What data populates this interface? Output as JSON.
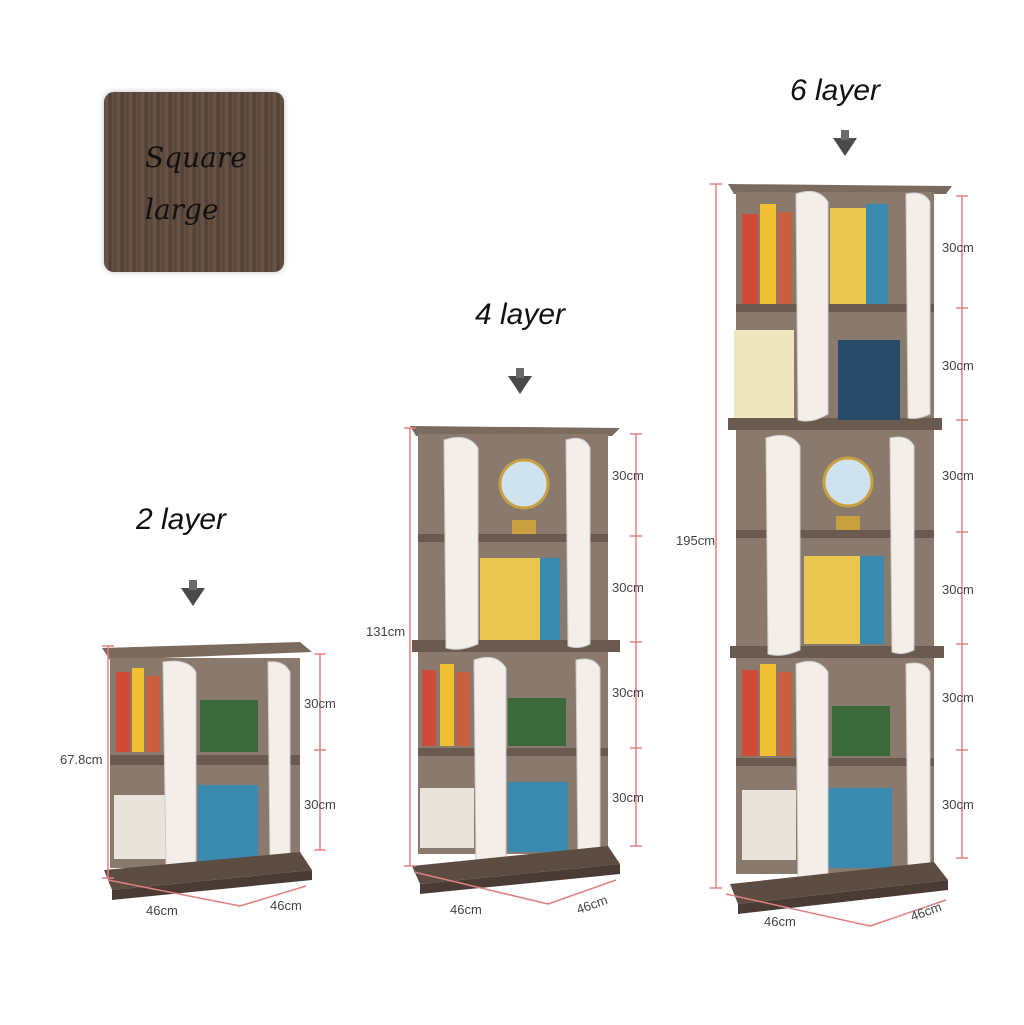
{
  "swatch": {
    "label": "Square\nlarge",
    "color": "#5e4a3e"
  },
  "labels": {
    "two": "2 layer",
    "four": "4 layer",
    "six": "6 layer"
  },
  "dims": {
    "two": {
      "height": "67.8cm",
      "shelf1": "30cm",
      "shelf2": "30cm",
      "width": "46cm",
      "depth": "46cm"
    },
    "four": {
      "height": "131cm",
      "shelves": [
        "30cm",
        "30cm",
        "30cm",
        "30cm"
      ],
      "width": "46cm",
      "depth": "46cm"
    },
    "six": {
      "height": "195cm",
      "shelves": [
        "30cm",
        "30cm",
        "30cm",
        "30cm",
        "30cm",
        "30cm"
      ],
      "width": "46cm",
      "depth": "46cm"
    }
  },
  "colors": {
    "wood": "#6b5a4f",
    "panel": "#f3efe8",
    "dimension_line": "#e08080"
  }
}
